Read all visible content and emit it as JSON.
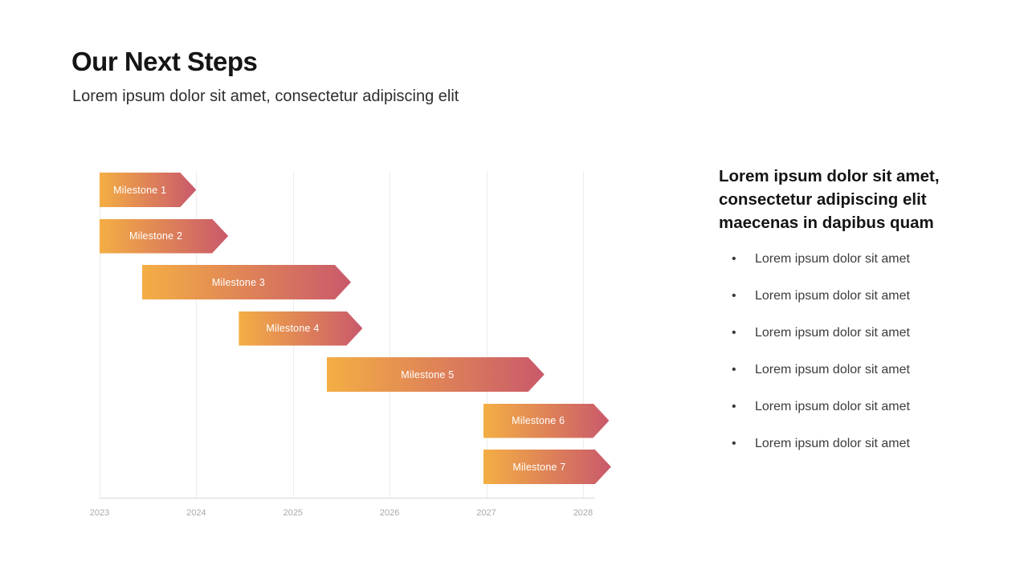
{
  "slide": {
    "title": "Our Next Steps",
    "subtitle": "Lorem ipsum dolor sit amet, consectetur adipiscing elit"
  },
  "side_panel": {
    "heading_lines": [
      "Lorem ipsum dolor sit amet,",
      "consectetur adipiscing elit",
      "maecenas in dapibus quam"
    ],
    "bullet_glyph": "•",
    "bullets": [
      "Lorem ipsum dolor sit amet",
      "Lorem ipsum dolor sit amet",
      "Lorem ipsum dolor sit amet",
      "Lorem ipsum dolor sit amet",
      "Lorem ipsum dolor sit amet",
      "Lorem ipsum dolor sit amet"
    ]
  },
  "colors": {
    "bar_gradient_start": "#F4AE44",
    "bar_gradient_end": "#C9596B",
    "bar_label": "#FFFFFF",
    "gridline": "#ECECEC",
    "axis_line": "#D9D9D9",
    "tick_label": "#A9A9A9"
  },
  "chart_data": {
    "type": "bar",
    "variant": "gantt-timeline-arrows",
    "title": "",
    "xlabel": "",
    "ylabel": "",
    "x_ticks": [
      "2023",
      "2024",
      "2025",
      "2026",
      "2027",
      "2028"
    ],
    "x_tick_years": [
      2023,
      2024,
      2025,
      2026,
      2027,
      2028
    ],
    "xlim": [
      2023,
      2028.125
    ],
    "grid": "vertical-on",
    "legend": "none",
    "bar_shape": "right-arrow",
    "milestones": [
      {
        "label": "Milestone 1",
        "start": 2023.0,
        "end": 2024.0
      },
      {
        "label": "Milestone 2",
        "start": 2023.0,
        "end": 2024.33
      },
      {
        "label": "Milestone 3",
        "start": 2023.44,
        "end": 2025.6
      },
      {
        "label": "Milestone 4",
        "start": 2024.44,
        "end": 2025.72
      },
      {
        "label": "Milestone 5",
        "start": 2025.35,
        "end": 2027.6
      },
      {
        "label": "Milestone 6",
        "start": 2026.97,
        "end": 2028.27
      },
      {
        "label": "Milestone 7",
        "start": 2026.97,
        "end": 2028.29
      }
    ]
  }
}
